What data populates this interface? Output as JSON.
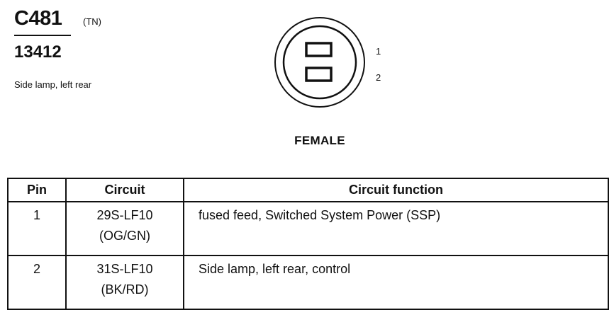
{
  "header": {
    "connector_id": "C481",
    "suffix": "(TN)",
    "part_number": "13412",
    "description": "Side lamp, left rear"
  },
  "connector": {
    "gender": "FEMALE",
    "pin_labels": [
      "1",
      "2"
    ]
  },
  "table": {
    "headers": [
      "Pin",
      "Circuit",
      "Circuit function"
    ],
    "rows": [
      {
        "pin": "1",
        "circuit": "29S-LF10",
        "wire_color": "(OG/GN)",
        "function": "fused feed, Switched System Power (SSP)"
      },
      {
        "pin": "2",
        "circuit": "31S-LF10",
        "wire_color": "(BK/RD)",
        "function": "Side lamp, left rear, control"
      }
    ]
  }
}
